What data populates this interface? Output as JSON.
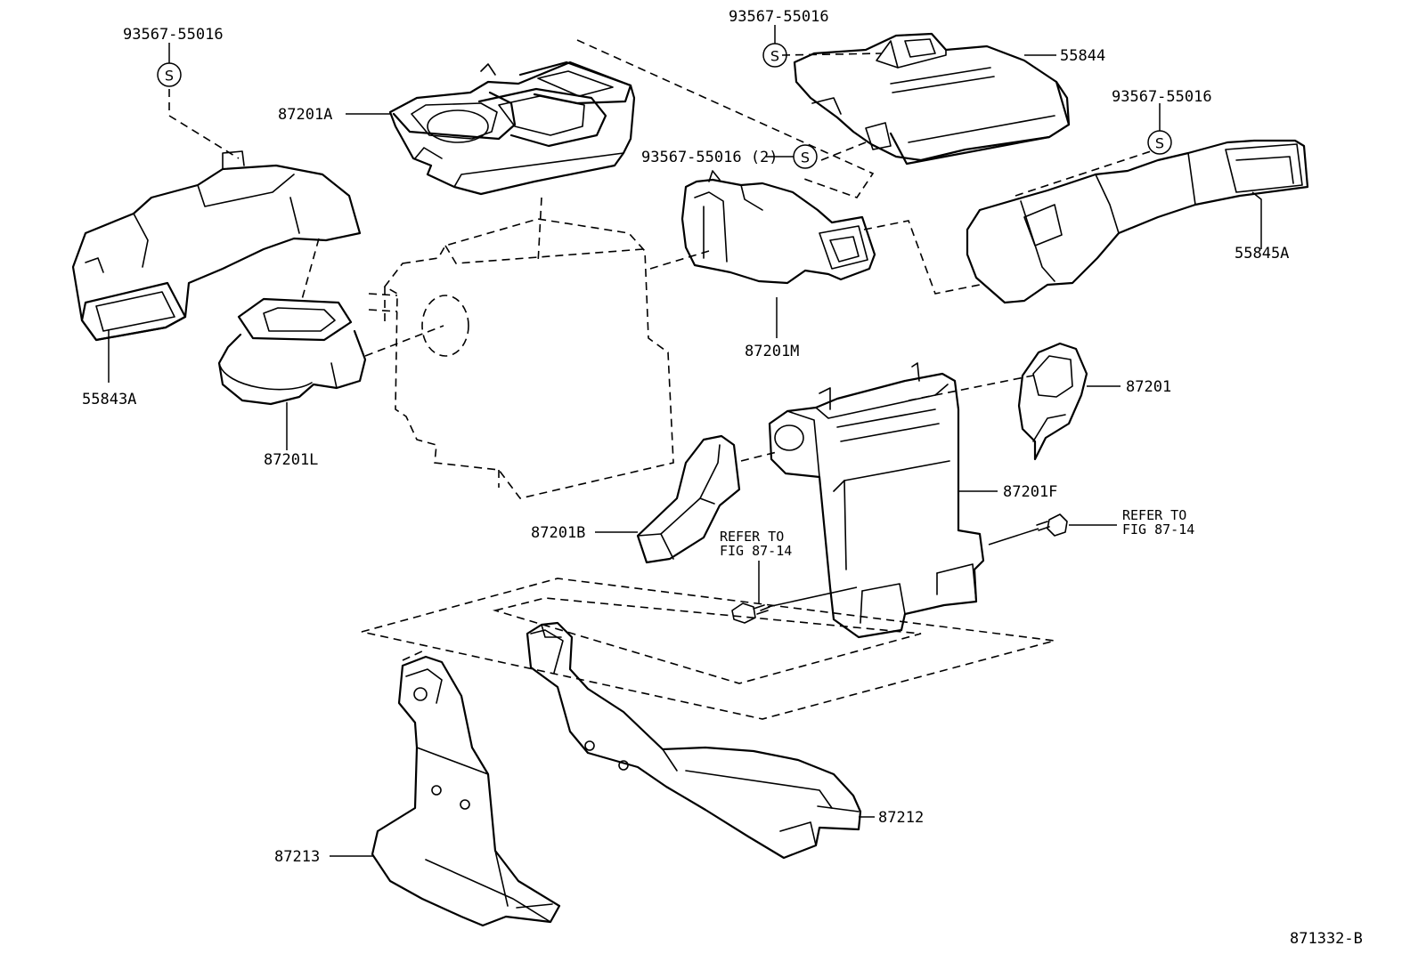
{
  "figure_id": "871332-B",
  "symbol_letter": "S",
  "labels": {
    "p55843A": "55843A",
    "p87201L": "87201L",
    "p87201A": "87201A",
    "p87201M": "87201M",
    "p55844": "55844",
    "p55845A": "55845A",
    "p87201": "87201",
    "p87201F": "87201F",
    "p87201B": "87201B",
    "p87212": "87212",
    "p87213": "87213",
    "clip_left": "93567-55016",
    "clip_top": "93567-55016",
    "clip_right": "93567-55016",
    "clip_mid": "93567-55016 (2)"
  },
  "refer_notes": {
    "left": {
      "line1": "REFER TO",
      "line2": "FIG 87-14"
    },
    "right": {
      "line1": "REFER TO",
      "line2": "FIG 87-14"
    }
  }
}
